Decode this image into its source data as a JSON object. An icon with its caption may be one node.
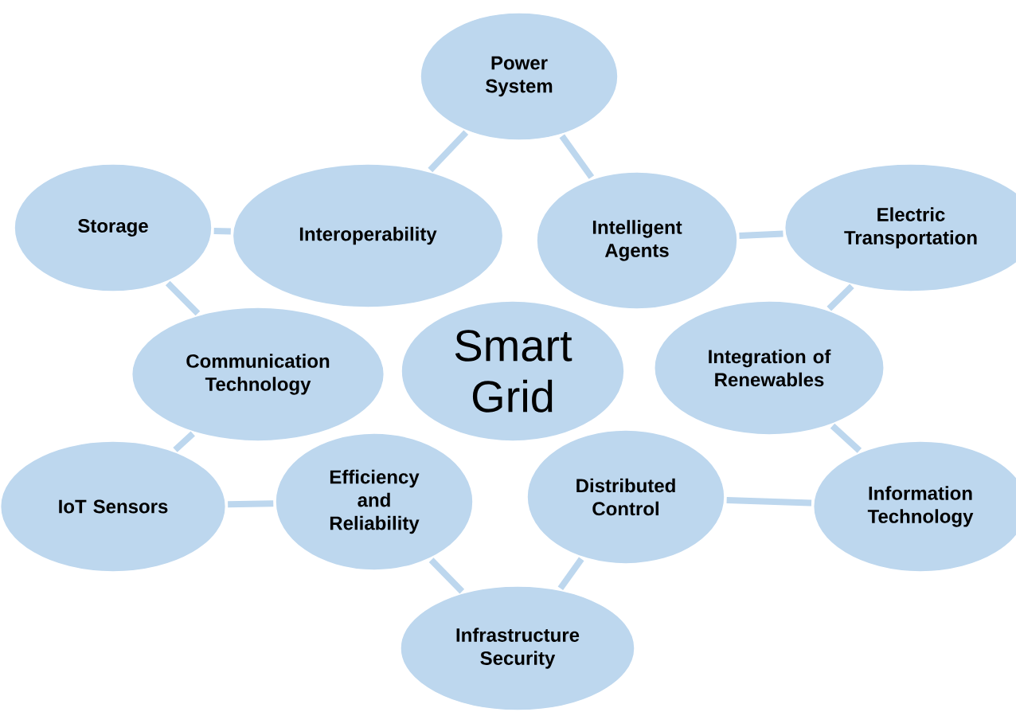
{
  "diagram": {
    "nodes": [
      {
        "text": [
          "Power System"
        ]
      },
      {
        "text": [
          "Storage"
        ]
      },
      {
        "text": [
          "Interoperability"
        ]
      },
      {
        "text": [
          "Intelligent Agents"
        ]
      },
      {
        "text": [
          "Electric Transportation"
        ]
      },
      {
        "text": [
          "Smart Grid"
        ]
      },
      {
        "text": [
          "Communication Technology"
        ]
      },
      {
        "text": [
          "Integration of Renewables"
        ]
      },
      {
        "text": [
          "IoT Sensors"
        ]
      },
      {
        "text": [
          "Efficiency and Reliability"
        ]
      },
      {
        "text": [
          "Distributed Control"
        ]
      },
      {
        "text": [
          "Information Technology"
        ]
      },
      {
        "text": [
          "Infrastructure Security"
        ]
      }
    ],
    "edges": [
      {
        "from": 0,
        "to": 2,
        "arrow": "none"
      },
      {
        "from": 0,
        "to": 3,
        "arrow": "none"
      },
      {
        "from": 1,
        "to": 2,
        "arrow": "none"
      },
      {
        "from": 1,
        "to": 6,
        "arrow": "none"
      },
      {
        "from": 3,
        "to": 4,
        "arrow": "none"
      },
      {
        "from": 4,
        "to": 7,
        "arrow": "none"
      },
      {
        "from": 7,
        "to": 11,
        "arrow": "none"
      },
      {
        "from": 6,
        "to": 8,
        "arrow": "none"
      },
      {
        "from": 8,
        "to": 9,
        "arrow": "none"
      },
      {
        "from": 9,
        "to": 12,
        "arrow": "none"
      },
      {
        "from": 12,
        "to": 10,
        "arrow": "none"
      },
      {
        "from": 10,
        "to": 11,
        "arrow": "none"
      }
    ]
  }
}
